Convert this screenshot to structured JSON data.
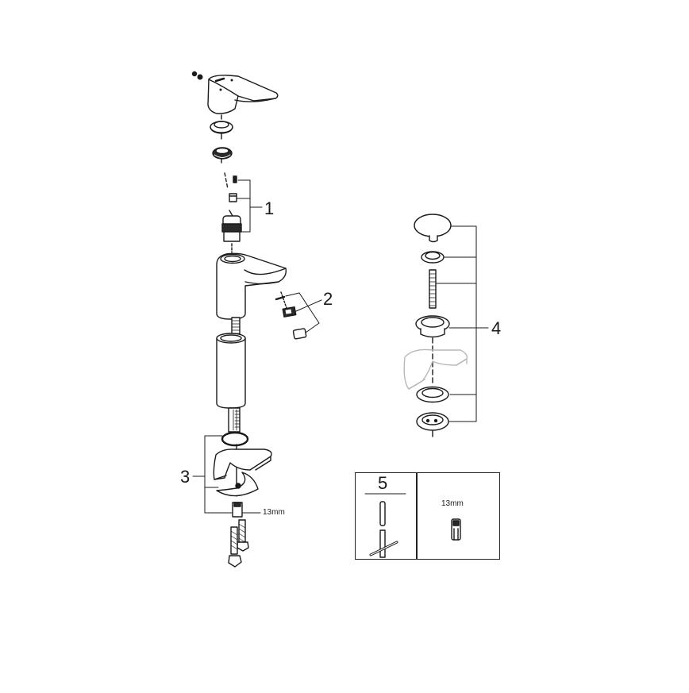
{
  "diagram": {
    "type": "exploded-parts-diagram",
    "subject": "single-lever basin mixer faucet with pop-up waste",
    "callouts": [
      {
        "id": "1",
        "label": "1",
        "parts": [
          "cartridge screw",
          "cartridge adapter",
          "ceramic cartridge"
        ]
      },
      {
        "id": "2",
        "label": "2",
        "parts": [
          "seal",
          "aerator insert",
          "aerator housing"
        ]
      },
      {
        "id": "3",
        "label": "3",
        "parts": [
          "o-ring",
          "horseshoe mounting bracket",
          "clamp washer",
          "mounting nut"
        ]
      },
      {
        "id": "4",
        "label": "4",
        "parts": [
          "pop-up cap",
          "gasket",
          "threaded rod",
          "waste flange",
          "basin (reference)",
          "lower washer",
          "strainer body"
        ]
      },
      {
        "id": "5",
        "label": "5",
        "parts": [
          "cartridge spanner tool"
        ]
      }
    ],
    "dimension_labels": {
      "mounting_nut": "13mm",
      "tool_socket": "13mm"
    },
    "tool_box": {
      "left_label": "5",
      "right_label": "13mm"
    },
    "colors": {
      "line": "#1a1a1a",
      "ghost": "#b8b8b8",
      "fill": "#ffffff",
      "dark_fill": "#2a2a2a"
    }
  }
}
